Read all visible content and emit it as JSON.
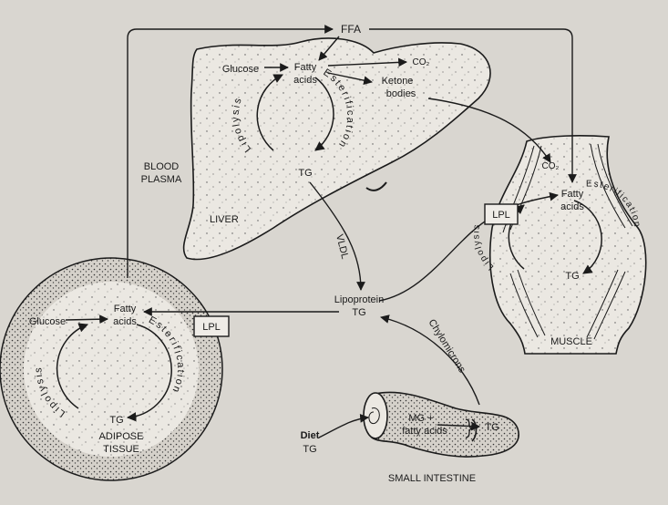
{
  "labels": {
    "ffa": "FFA",
    "liver_glucose": "Glucose",
    "liver_fatty": "Fatty",
    "liver_acids": "acids",
    "co2_liver": "CO₂",
    "ketone": "Ketone",
    "bodies": "bodies",
    "liver_lipolysis": "Lipolysis",
    "liver_esterification": "Esterification",
    "liver_tg": "TG",
    "liver": "LIVER",
    "blood": "BLOOD",
    "plasma": "PLASMA",
    "vldl": "VLDL",
    "lipoprotein": "Lipoprotein",
    "lipoprotein_tg": "TG",
    "lpl_adipose": "LPL",
    "lpl_muscle": "LPL",
    "muscle_co2": "CO₂",
    "muscle_fatty": "Fatty",
    "muscle_acids": "acids",
    "muscle_lipolysis": "Lipolysis",
    "muscle_esterification": "Esterification",
    "muscle_tg": "TG",
    "muscle": "MUSCLE",
    "adipose_glucose": "Glucose",
    "adipose_fatty": "Fatty",
    "adipose_acids": "acids",
    "adipose_lipolysis": "Lipolysis",
    "adipose_esterification": "Esterification",
    "adipose_tg": "TG",
    "adipose": "ADIPOSE",
    "tissue": "TISSUE",
    "chylomicrons": "Chylomicrons",
    "mg_plus": "MG +",
    "intestine_fatty_acids": "fatty acids",
    "intestine_tg": "TG",
    "diet": "Diet",
    "diet_tg": "TG",
    "small_intestine": "SMALL INTESTINE"
  },
  "colors": {
    "background": "#d9d6d0",
    "ink": "#1b1b1b",
    "organ_fill": "#ebe8e2"
  }
}
